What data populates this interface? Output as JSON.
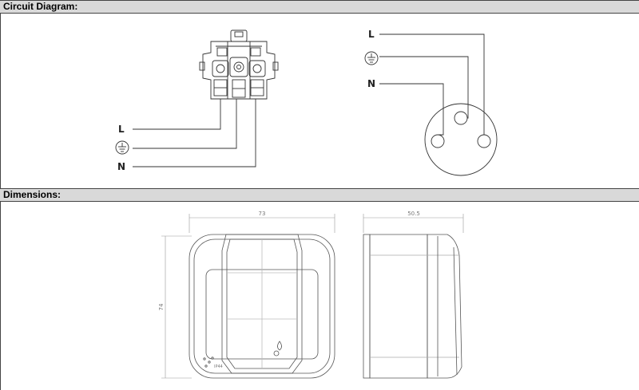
{
  "sections": {
    "circuit": {
      "title": "Circuit Diagram:"
    },
    "dimensions": {
      "title": "Dimensions:"
    }
  },
  "circuit": {
    "left_labels": {
      "live": "L",
      "earth_icon": "earth-ground-icon",
      "neutral": "N"
    },
    "right_labels": {
      "live": "L",
      "earth_icon": "earth-ground-icon",
      "neutral": "N"
    }
  },
  "dimensions": {
    "width": "73",
    "height": "74",
    "depth": "50.5",
    "ip_rating": "IP44"
  }
}
